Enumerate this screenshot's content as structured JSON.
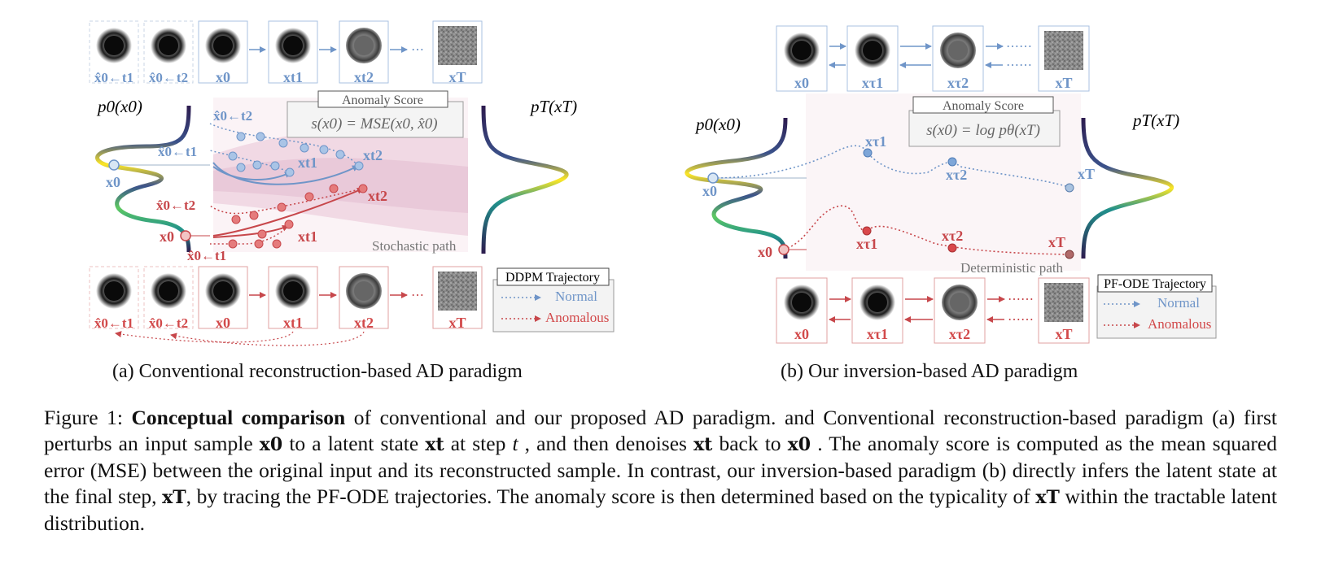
{
  "panel_a": {
    "top_frame_labels": [
      "x̂0←t1",
      "x̂0←t2",
      "x0",
      "xt1",
      "xt2",
      "xT"
    ],
    "bottom_frame_labels": [
      "x̂0←t1",
      "x̂0←t2",
      "x0",
      "xt1",
      "xt2",
      "xT"
    ],
    "p0_label": "p0(x0)",
    "pT_label": "pT(xT)",
    "score_title": "Anomaly Score",
    "score_formula": "s(x0) = MSE(x0, x̂0)",
    "path_label": "Stochastic path",
    "legend_title": "DDPM Trajectory",
    "legend_normal": "Normal",
    "legend_anomalous": "Anomalous",
    "normal_labels": {
      "x0": "x0",
      "xhat_t1": "x̂0←t1",
      "xhat_t2": "x̂0←t2",
      "xt1": "xt1",
      "xt2": "xt2"
    },
    "anomalous_labels": {
      "x0": "x0",
      "xhat_t1": "x̂0←t1",
      "xhat_t2": "x̂0←t2",
      "xt1": "xt1",
      "xt2": "xt2"
    },
    "subcaption": "(a) Conventional reconstruction-based AD paradigm"
  },
  "panel_b": {
    "top_frame_labels": [
      "x0",
      "xτ1",
      "xτ2",
      "xT"
    ],
    "bottom_frame_labels": [
      "x0",
      "xτ1",
      "xτ2",
      "xT"
    ],
    "p0_label": "p0(x0)",
    "pT_label": "pT(xT)",
    "score_title": "Anomaly Score",
    "score_formula": "s(x0) = log pθ(xT)",
    "path_label": "Deterministic path",
    "legend_title": "PF-ODE Trajectory",
    "legend_normal": "Normal",
    "legend_anomalous": "Anomalous",
    "normal_labels": {
      "x0": "x0",
      "xtau1": "xτ1",
      "xtau2": "xτ2",
      "xT": "xT"
    },
    "anomalous_labels": {
      "x0": "x0",
      "xtau1": "xτ1",
      "xtau2": "xτ2",
      "xT": "xT"
    },
    "subcaption": "(b) Our inversion-based AD paradigm"
  },
  "caption": {
    "prefix": "Figure 1: ",
    "bold": "Conceptual comparison",
    "s1": " of conventional and our proposed AD paradigm. and Conventional reconstruction-based paradigm (a) first perturbs an input sample ",
    "v1": "x0",
    "s2": " to a latent state ",
    "v2": "xt",
    "s3": " at step ",
    "v3": "t",
    "s4": " , and then denoises ",
    "v4": "xt",
    "s5": " back to ",
    "v5": "x0",
    "s6": " . The anomaly score is computed as the mean squared error (MSE) between the original input and its reconstructed sample. In contrast, our inversion-based paradigm (b) directly infers the latent state at the final step, ",
    "v6": "xT",
    "s7": ", by tracing the PF-ODE trajectories. The anomaly score is then determined based on the typicality of ",
    "v7": "xT",
    "s8": " within the tractable latent distribution."
  },
  "colors": {
    "normal": "#6f95c8",
    "anomalous": "#d2494a",
    "frame_normal": "#a9c2e2",
    "frame_anomalous": "#e2a0a0"
  }
}
